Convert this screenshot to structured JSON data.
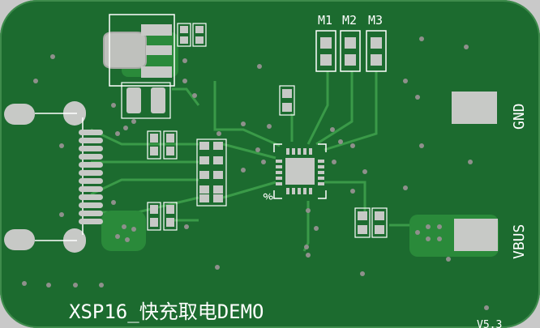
{
  "board": {
    "title": "XSP16_快充取电DEMO",
    "version": "V5.3",
    "colors": {
      "background": "#c9c9c9",
      "board": "#1c6b2f",
      "copper": "#2a8a3a",
      "trace": "#3a9a48",
      "pad": "#c7c9c6",
      "hole": "#8f908c",
      "silkscreen": "#ffffff"
    }
  },
  "labels": {
    "m1": "M1",
    "m2": "M2",
    "m3": "M3",
    "gnd": "GND",
    "vbus": "VBUS",
    "pin1_marker": "%"
  }
}
